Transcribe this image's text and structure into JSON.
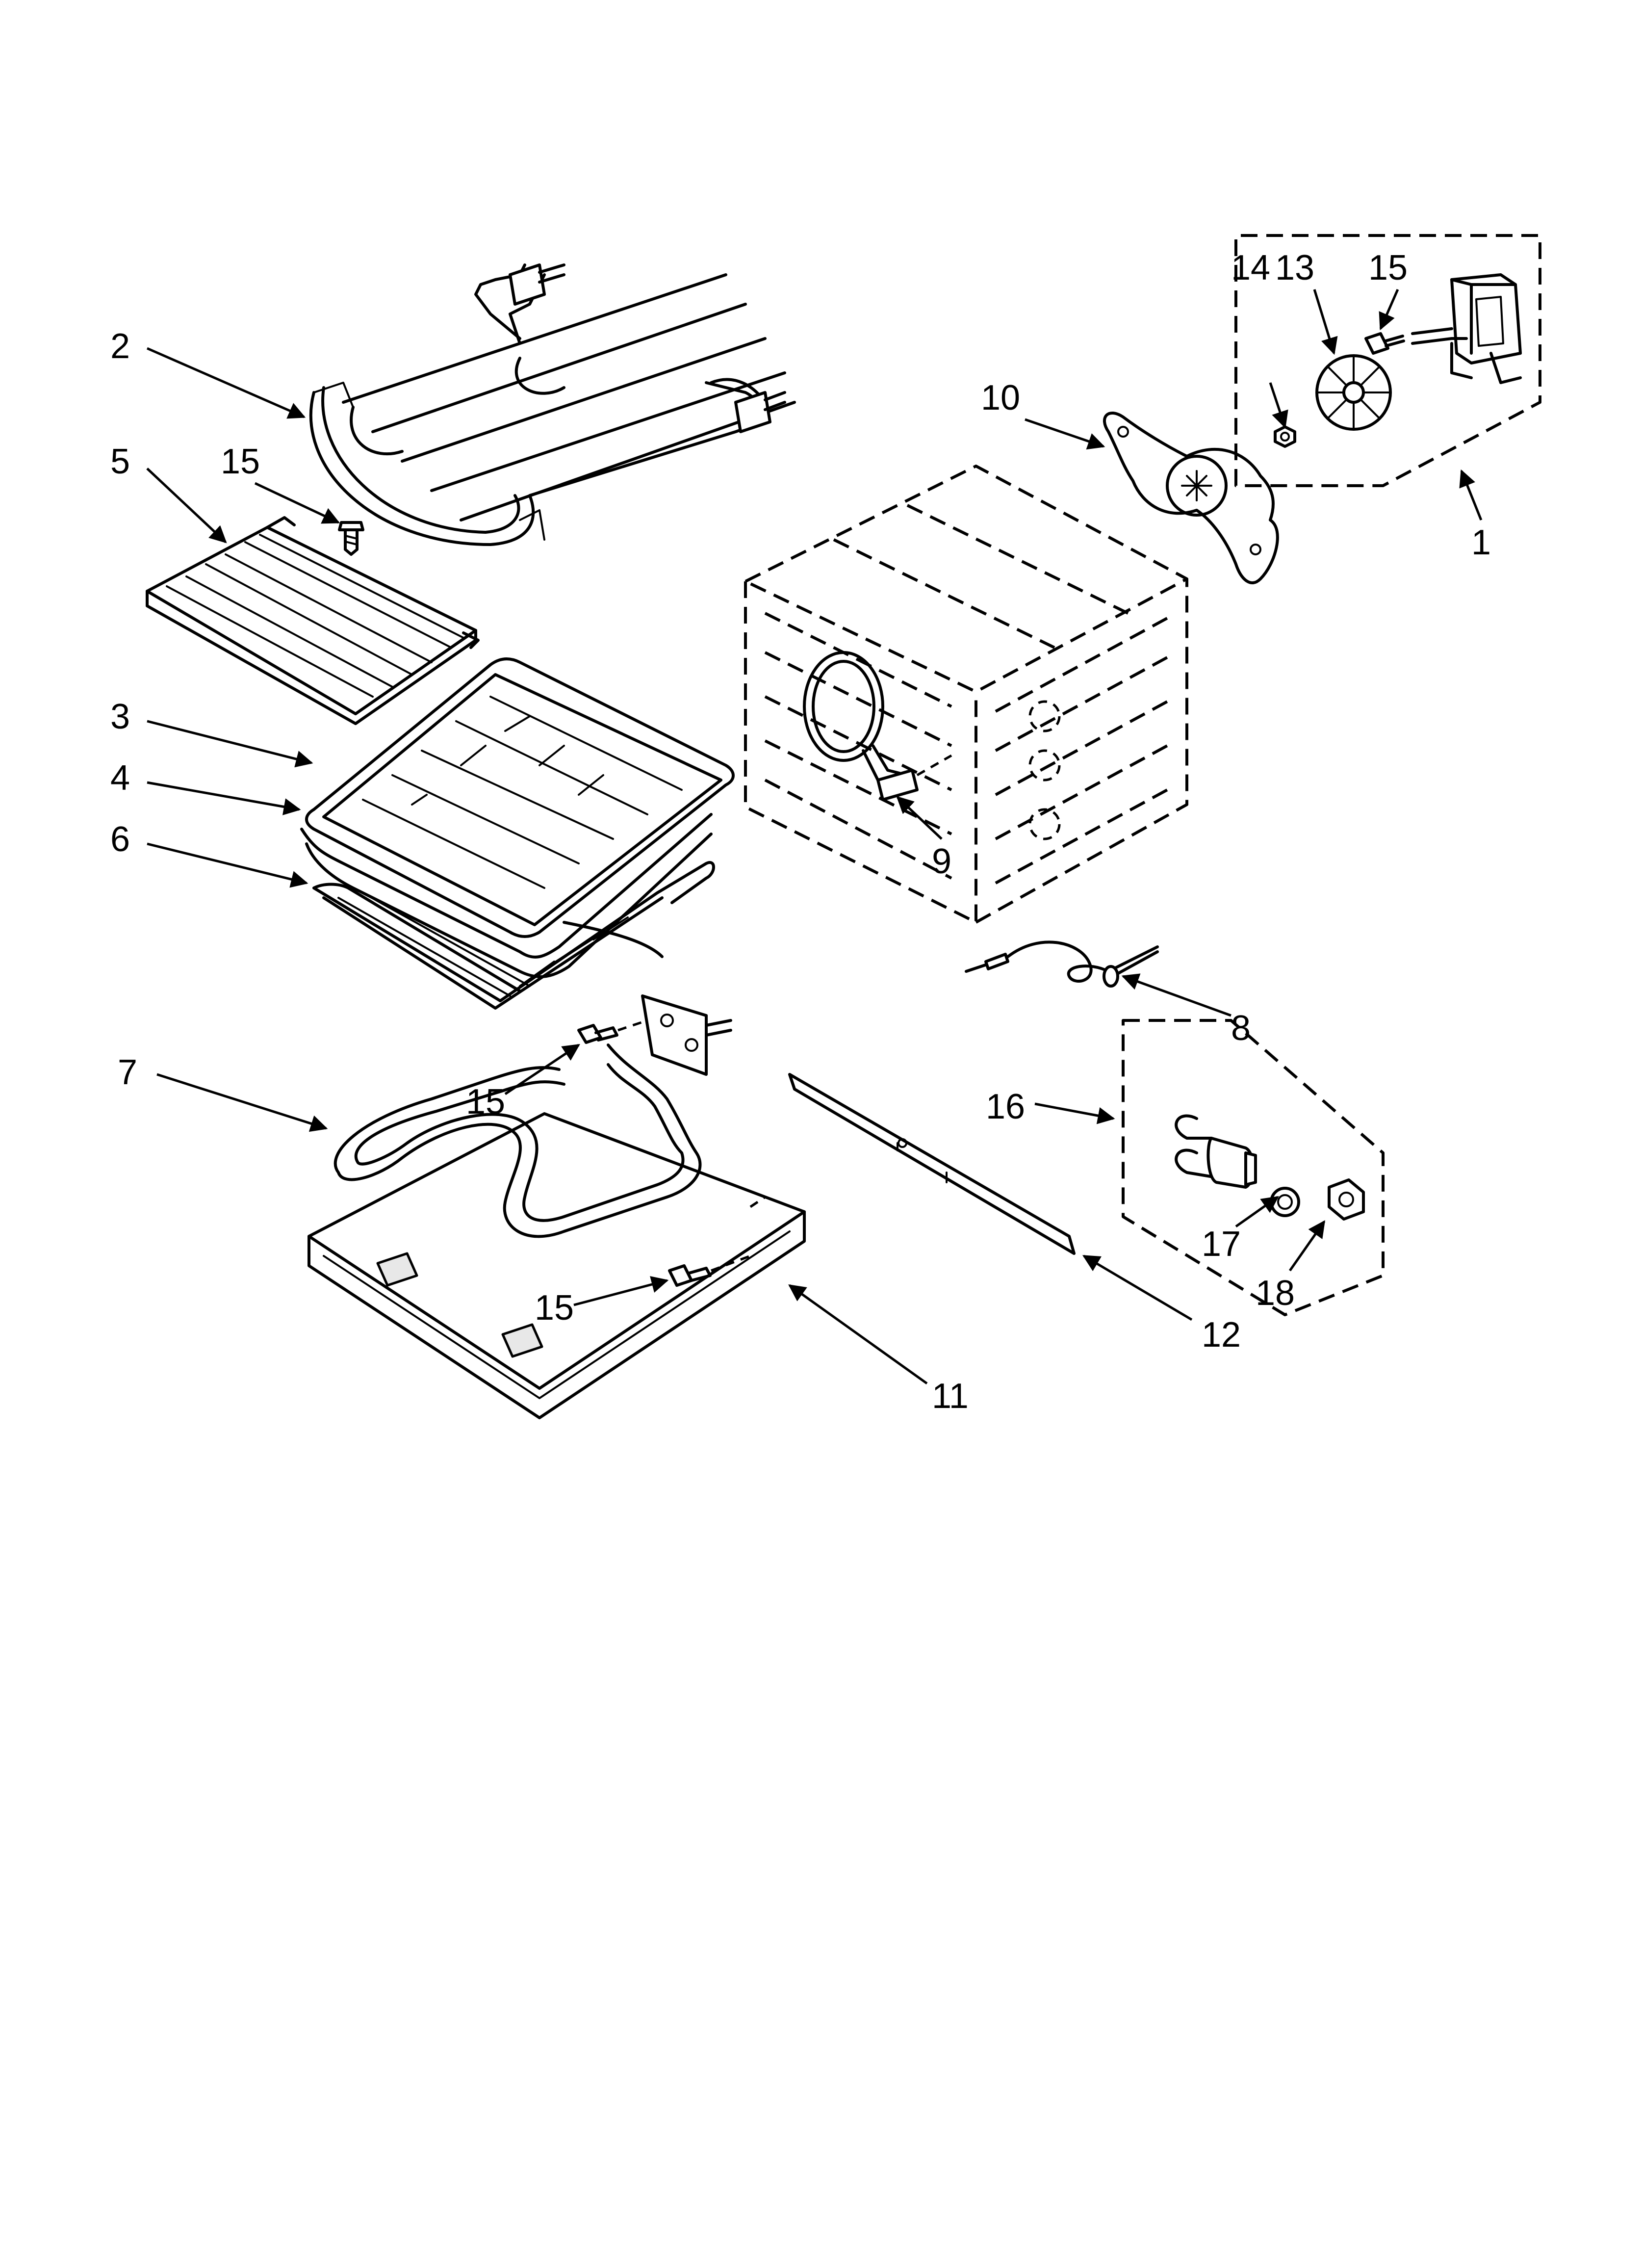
{
  "callouts": {
    "c1": "1",
    "c2": "2",
    "c3": "3",
    "c4": "4",
    "c5": "5",
    "c6": "6",
    "c7": "7",
    "c8": "8",
    "c9": "9",
    "c10": "10",
    "c11": "11",
    "c12": "12",
    "c13": "13",
    "c14": "14",
    "c15a": "15",
    "c15b": "15",
    "c15c": "15",
    "c15d": "15",
    "c16": "16",
    "c17": "17",
    "c18": "18"
  }
}
